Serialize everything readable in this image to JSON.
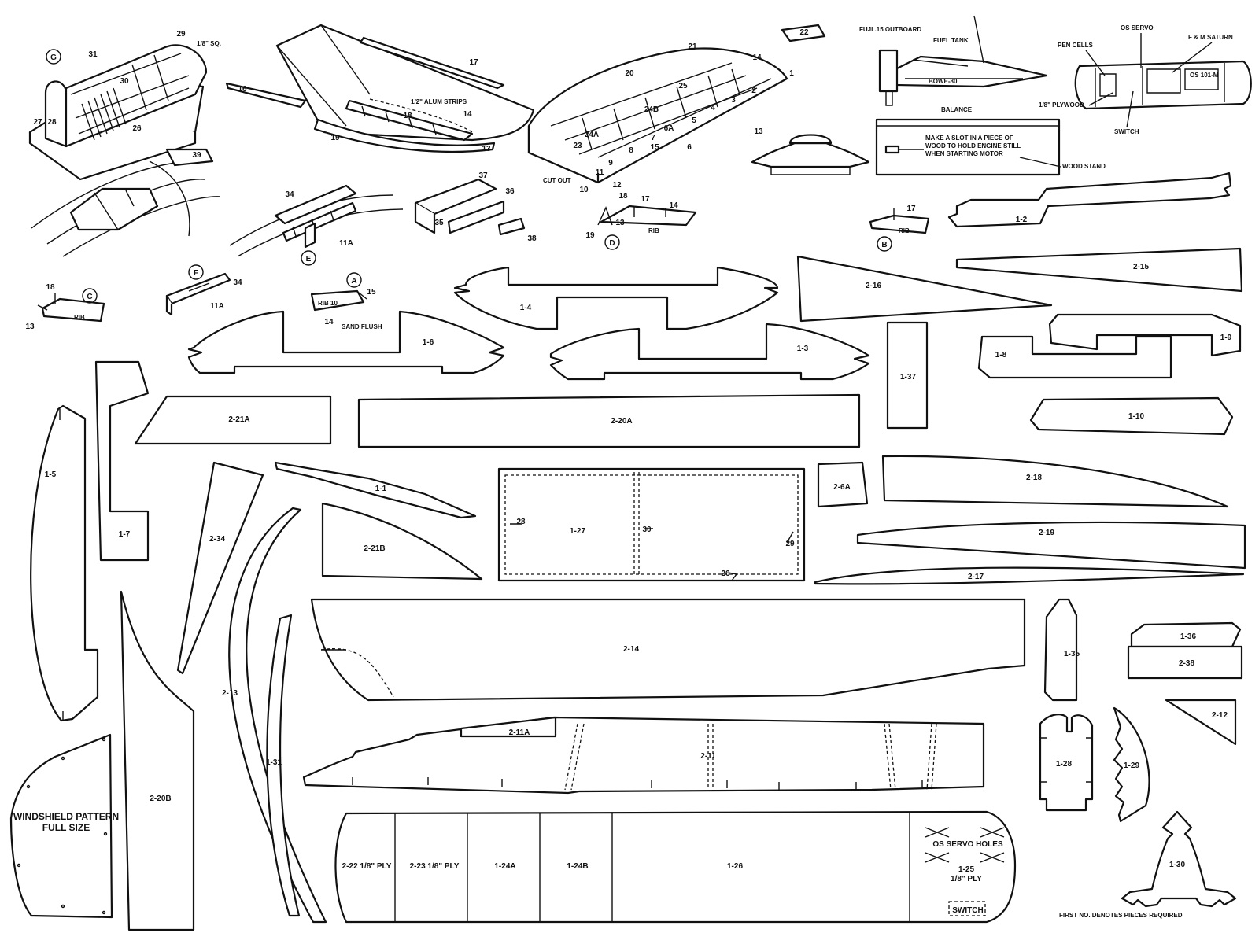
{
  "sheet": {
    "footer_note": "FIRST NO. DENOTES PIECES REQUIRED"
  },
  "callouts": {
    "engine": "FUJI .15 OUTBOARD",
    "fuel_tank": "FUEL TANK",
    "balance": "BALANCE",
    "boat_name": "BOWE-80",
    "os_servo": "OS SERVO",
    "fm_saturn": "F & M SATURN",
    "pen_cells": "PEN CELLS",
    "os_101m": "OS 101-M",
    "plywood_18": "1/8\" PLYWOOD",
    "switch": "SWITCH",
    "stand_note_1": "MAKE A SLOT IN A PIECE OF",
    "stand_note_2": "WOOD TO HOLD ENGINE STILL",
    "stand_note_3": "WHEN STARTING MOTOR",
    "wood_stand": "WOOD STAND",
    "alum_strips": "1/2\" ALUM STRIPS",
    "sq_18": "1/8\" SQ.",
    "cut_out": "CUT OUT",
    "rib": "RIB",
    "rib_10": "RIB 10",
    "sand_flush": "SAND FLUSH"
  },
  "detail_markers": [
    "G",
    "E",
    "F",
    "A",
    "C",
    "D",
    "B"
  ],
  "assembly_numbers": {
    "g": [
      "31",
      "29",
      "30",
      "28",
      "27",
      "26"
    ],
    "wing": [
      "16",
      "17",
      "18",
      "14",
      "13",
      "19"
    ],
    "hull": [
      "22",
      "21",
      "20",
      "25",
      "24B",
      "24A",
      "23",
      "14",
      "1",
      "2",
      "3",
      "4",
      "5",
      "6",
      "6A",
      "7",
      "8",
      "9",
      "10",
      "11",
      "12",
      "13",
      "15"
    ],
    "cockpit": [
      "39"
    ],
    "e": [
      "34",
      "11A"
    ],
    "bracket": [
      "37",
      "36",
      "35",
      "38"
    ],
    "d": [
      "18",
      "17",
      "14",
      "13",
      "19"
    ],
    "b": [
      "17"
    ],
    "c": [
      "18",
      "13"
    ],
    "f": [
      "34",
      "11A"
    ],
    "a": [
      "15",
      "14"
    ]
  },
  "parts": {
    "p1_2": "1-2",
    "p2_15": "2-15",
    "p2_16": "2-16",
    "p1_4": "1-4",
    "p1_6": "1-6",
    "p1_3": "1-3",
    "p1_37": "1-37",
    "p1_8": "1-8",
    "p1_9": "1-9",
    "p1_10": "1-10",
    "p2_21a": "2-21A",
    "p2_20a": "2-20A",
    "p1_5": "1-5",
    "p1_7": "1-7",
    "p2_34": "2-34",
    "p1_1": "1-1",
    "p2_21b": "2-21B",
    "p1_27": "1-27",
    "p_28": "28",
    "p_30": "30",
    "p_29": "29",
    "p_26": "26",
    "p2_6a": "2-6A",
    "p2_18": "2-18",
    "p2_19": "2-19",
    "p2_17": "2-17",
    "p2_14": "2-14",
    "p1_35": "1-35",
    "p1_36": "1-36",
    "p2_38": "2-38",
    "p2_12": "2-12",
    "p2_13": "2-13",
    "p1_31": "1-31",
    "p2_20b": "2-20B",
    "p2_11a": "2-11A",
    "p2_11": "2-11",
    "p1_28": "1-28",
    "p1_29": "1-29",
    "p1_30": "1-30",
    "windshield_1": "WINDSHIELD PATTERN",
    "windshield_2": "FULL SIZE",
    "p2_22": "2-22 1/8\" PLY",
    "p2_23": "2-23 1/8\" PLY",
    "p1_24a": "1-24A",
    "p1_24b": "1-24B",
    "p1_26": "1-26",
    "os_servo_holes": "OS SERVO HOLES",
    "p1_25": "1-25",
    "p1_25_ply": "1/8\" PLY",
    "switch_box": "SWITCH"
  }
}
